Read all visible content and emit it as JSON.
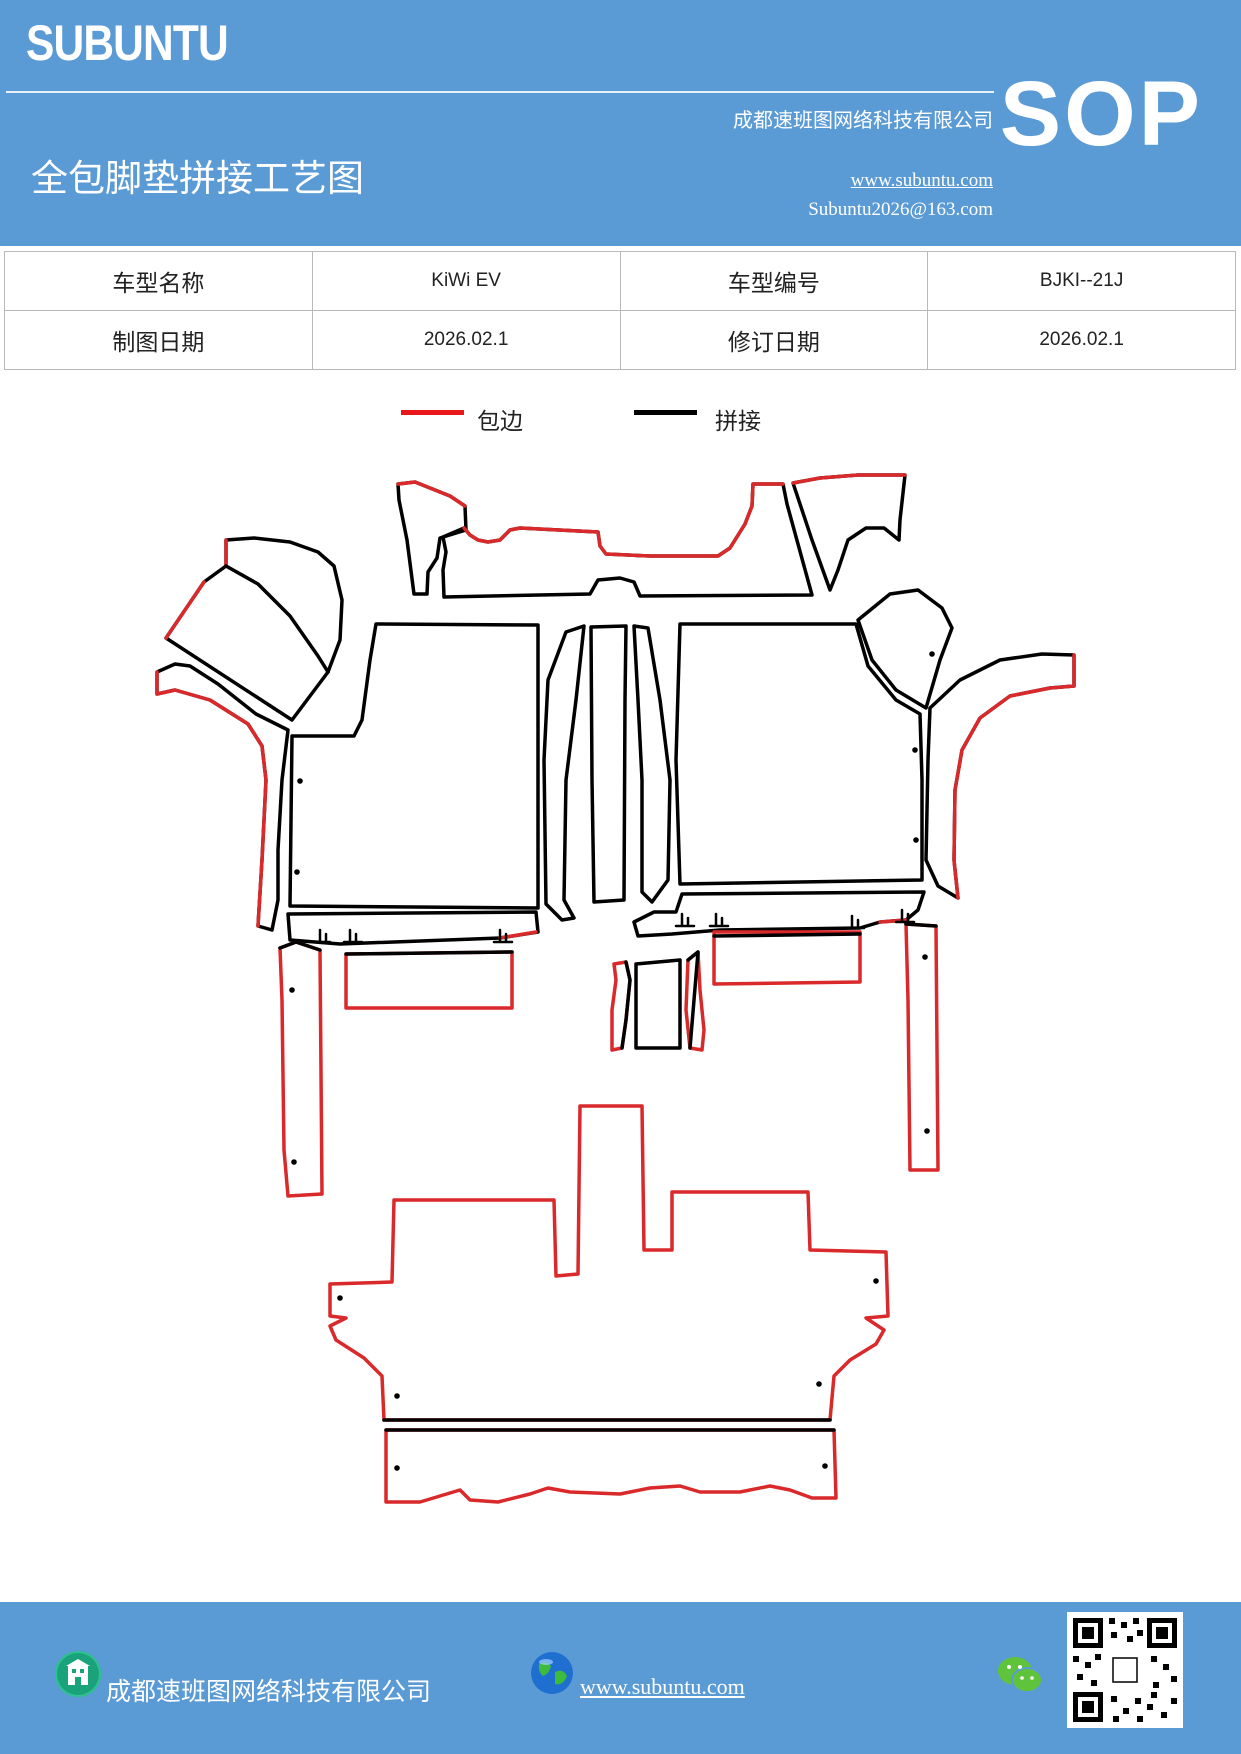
{
  "header": {
    "brand": "SUBUNTU",
    "company": "成都速班图网络科技有限公司",
    "title": "全包脚垫拼接工艺图",
    "website": "www.subuntu.com",
    "email": "Subuntu2026@163.com",
    "badge": "SOP",
    "accent_color": "#5b9bd5"
  },
  "info_table": {
    "rows": [
      [
        {
          "label": "车型名称"
        },
        {
          "value": "KiWi EV"
        },
        {
          "label": "车型编号"
        },
        {
          "value": "BJKI--21J"
        }
      ],
      [
        {
          "label": "制图日期"
        },
        {
          "value": "2026.02.1"
        },
        {
          "label": "修订日期"
        },
        {
          "value": "2026.02.1"
        }
      ]
    ]
  },
  "legend": {
    "items": [
      {
        "label": "包边",
        "color": "#e8181a"
      },
      {
        "label": "拼接",
        "color": "#000000"
      }
    ]
  },
  "footer": {
    "company": "成都速班图网络科技有限公司",
    "website": "www.subuntu.com ",
    "icons": [
      "building-icon",
      "globe-icon",
      "wechat-icon",
      "qr-code"
    ]
  }
}
